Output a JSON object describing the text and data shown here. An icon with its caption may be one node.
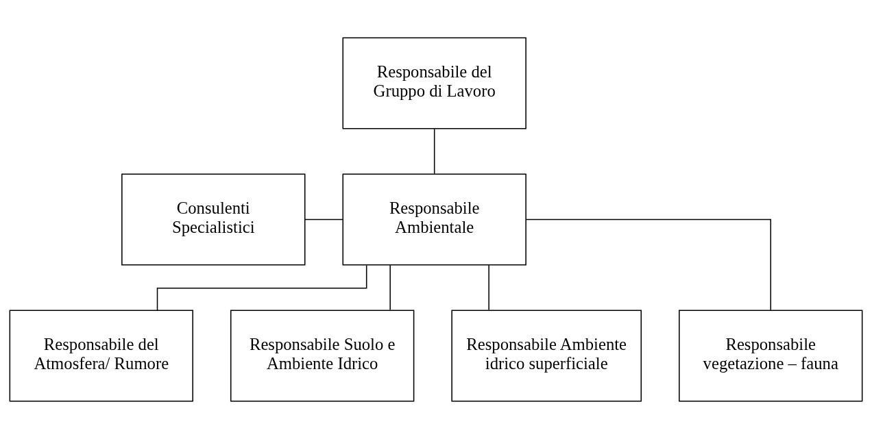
{
  "diagram": {
    "nodes": [
      {
        "text": [
          "Responsabile del Gruppo di Lavoro"
        ]
      },
      {
        "text": [
          "Consulenti Specialistici"
        ]
      },
      {
        "text": [
          "Responsabile Ambientale"
        ]
      },
      {
        "text": [
          "Responsabile del Atmosfera/ Rumore"
        ]
      },
      {
        "text": [
          "Responsabile Suolo e Ambiente Idrico"
        ]
      },
      {
        "text": [
          "Responsabile Ambiente idrico superficiale"
        ]
      },
      {
        "text": [
          "Responsabile vegetazione – fauna"
        ]
      }
    ],
    "edges": [
      {
        "from": 0,
        "to": 2,
        "arrow": "none"
      },
      {
        "from": 1,
        "to": 2,
        "arrow": "none"
      },
      {
        "from": 2,
        "to": 3,
        "arrow": "none"
      },
      {
        "from": 2,
        "to": 4,
        "arrow": "none"
      },
      {
        "from": 2,
        "to": 5,
        "arrow": "none"
      },
      {
        "from": 2,
        "to": 6,
        "arrow": "none"
      }
    ]
  }
}
